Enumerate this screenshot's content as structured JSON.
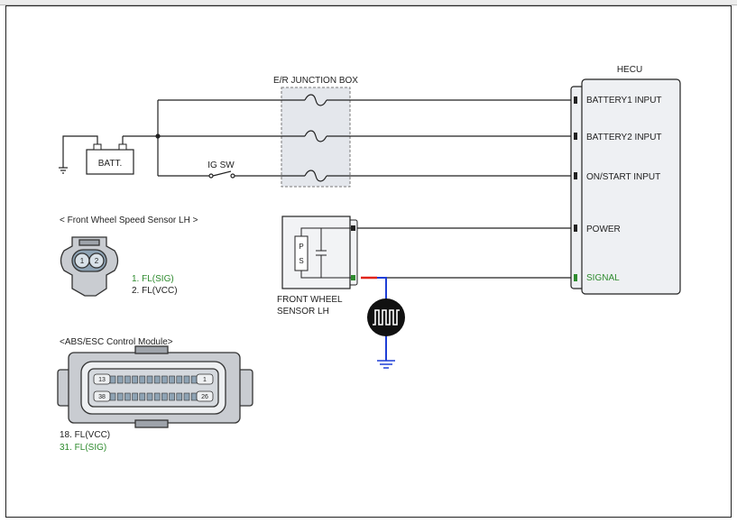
{
  "colors": {
    "line": "#222222",
    "signal_green": "#2e8b2e",
    "wire_red": "#e0241b",
    "wire_blue": "#1f3fd6",
    "hecu_fill": "#eef0f3",
    "junction_fill": "#e4e7ec"
  },
  "junction": {
    "title": "E/R JUNCTION BOX"
  },
  "battery": {
    "label": "BATT."
  },
  "ignition": {
    "label": "IG SW"
  },
  "hecu": {
    "title": "HECU",
    "inputs": [
      {
        "label": "BATTERY1 INPUT",
        "signal": false
      },
      {
        "label": "BATTERY2 INPUT",
        "signal": false
      },
      {
        "label": "ON/START INPUT",
        "signal": false
      },
      {
        "label": "POWER",
        "signal": false
      },
      {
        "label": "SIGNAL",
        "signal": true
      }
    ]
  },
  "sensor": {
    "name_line1": "FRONT WHEEL",
    "name_line2": "SENSOR LH",
    "p_label": "P",
    "s_label": "S"
  },
  "connector_sensor": {
    "title": "< Front Wheel Speed Sensor LH >",
    "pin1": "1",
    "pin2": "2",
    "pins": [
      {
        "label": "1. FL(SIG)",
        "signal": true
      },
      {
        "label": "2. FL(VCC)",
        "signal": false
      }
    ]
  },
  "connector_module": {
    "title": "<ABS/ESC Control Module>",
    "pin_a": "13",
    "pin_b": "1",
    "pin_c": "38",
    "pin_d": "26",
    "pins": [
      {
        "label": "18. FL(VCC)",
        "signal": false
      },
      {
        "label": "31. FL(SIG)",
        "signal": true
      }
    ]
  }
}
